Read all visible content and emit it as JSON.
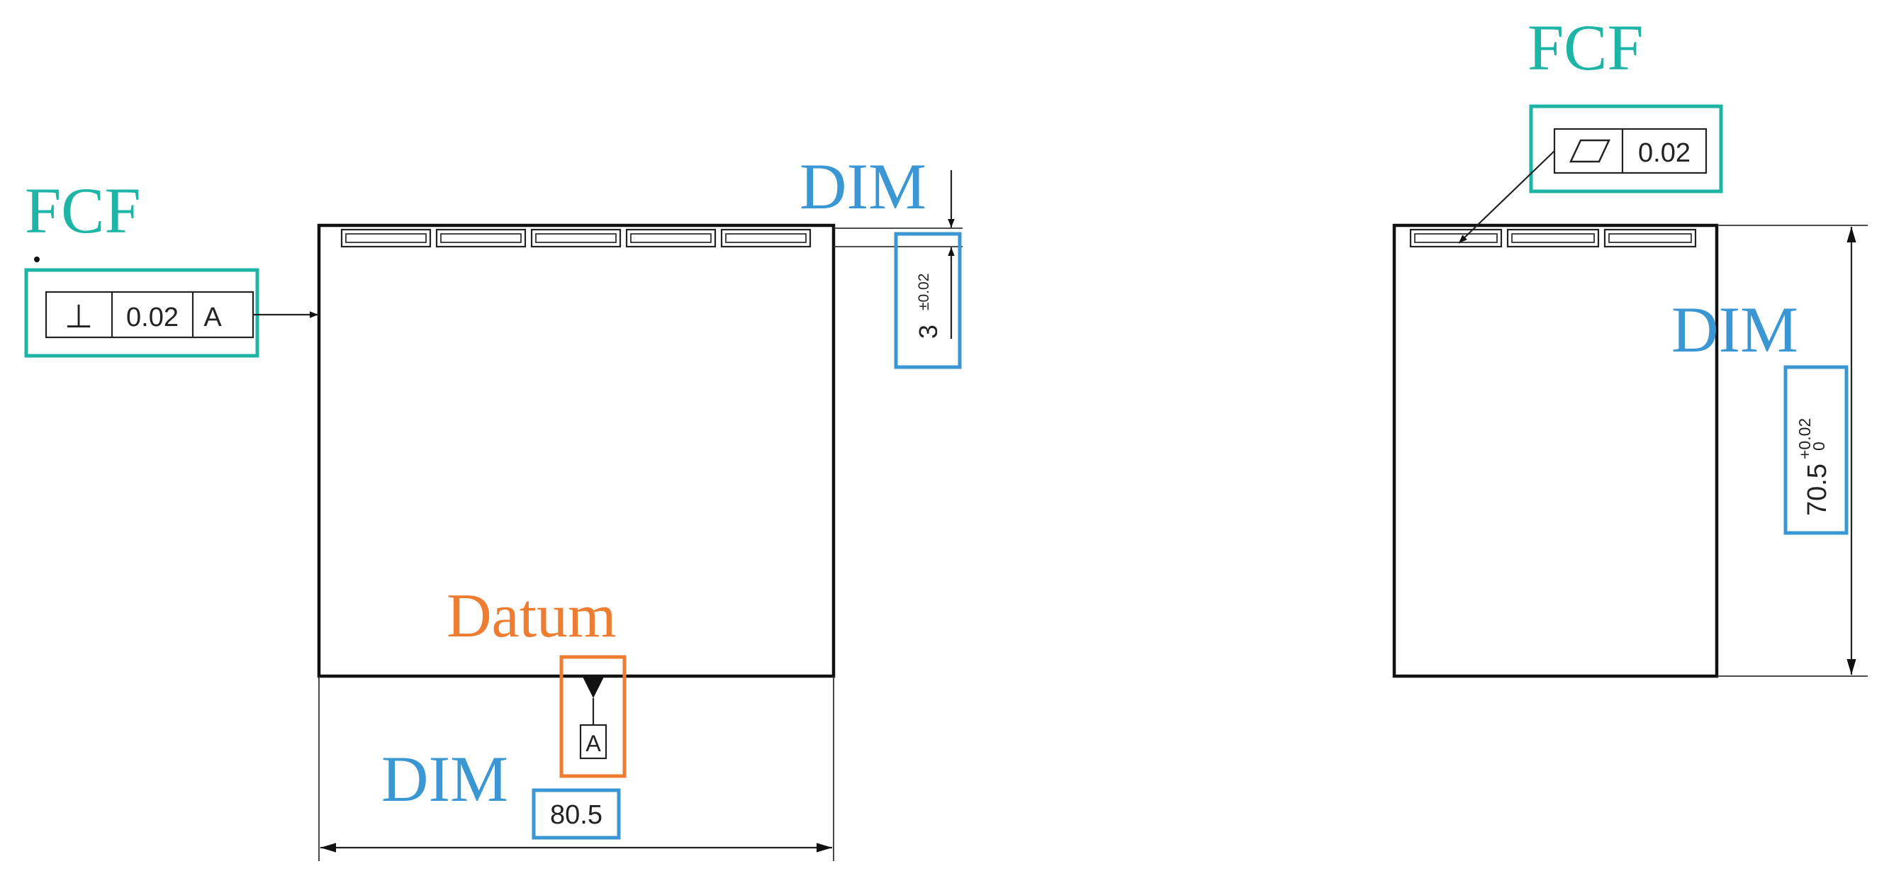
{
  "colors": {
    "fcf": "#1fb5a6",
    "dim": "#3a97d4",
    "datum": "#ee7d31",
    "line": "#222222"
  },
  "labels": {
    "fcf": "FCF",
    "dim": "DIM",
    "datum": "Datum"
  },
  "left_view": {
    "fcf": {
      "symbol": "⊥",
      "symbol_icon": "perpendicularity-icon",
      "tolerance": "0.02",
      "datum_ref": "A"
    },
    "slot_depth": {
      "value": "3",
      "tolerance": "±0.02"
    },
    "datum_feature": {
      "letter": "A"
    },
    "width": {
      "value": "80.5"
    }
  },
  "right_view": {
    "fcf": {
      "symbol_icon": "flatness-icon",
      "tolerance": "0.02"
    },
    "height": {
      "value": "70.5",
      "upper": "+0.02",
      "lower": "0"
    }
  }
}
